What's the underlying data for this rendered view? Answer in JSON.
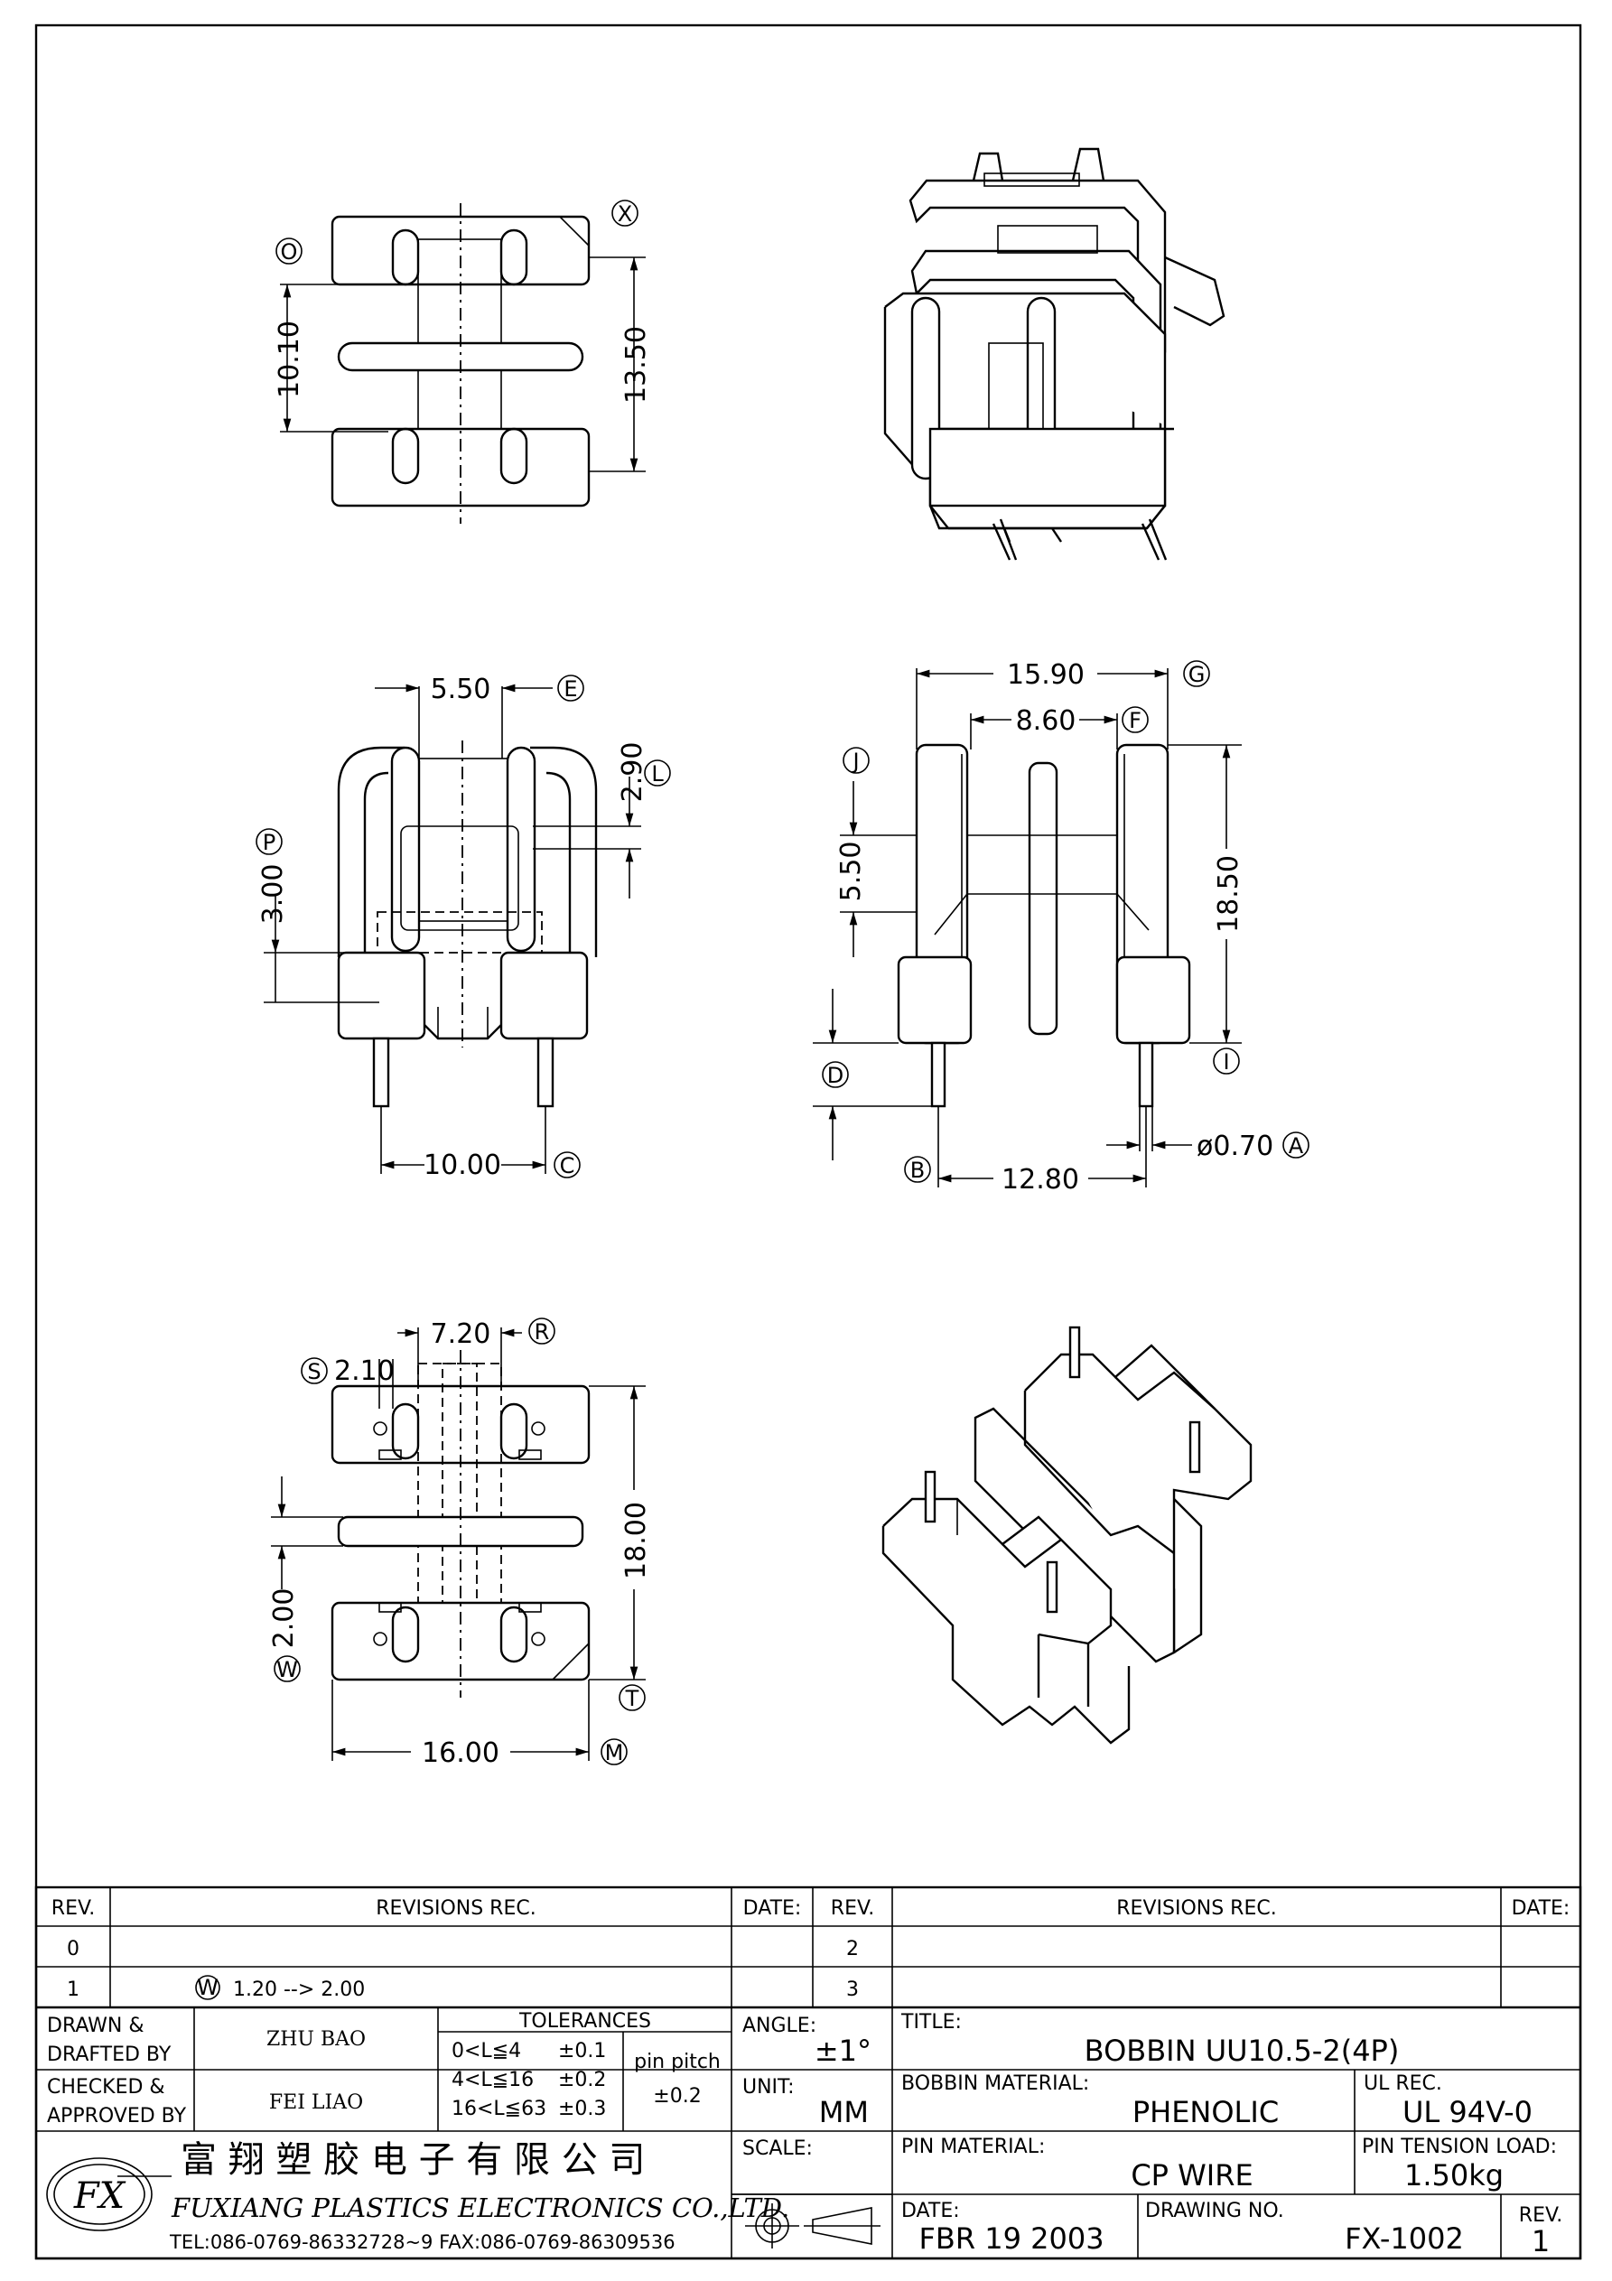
{
  "views": {
    "top": {
      "dims": [
        "10.10",
        "13.50"
      ],
      "labels": [
        "O",
        "X"
      ]
    },
    "front": {
      "dims": [
        "5.50",
        "2.90",
        "3.00",
        "10.00"
      ],
      "labels": [
        "E",
        "L",
        "P",
        "C"
      ]
    },
    "side": {
      "dims": [
        "15.90",
        "8.60",
        "5.50",
        "18.50",
        "12.80",
        "ø0.70"
      ],
      "labels": [
        "G",
        "F",
        "J",
        "I",
        "D",
        "B",
        "A"
      ]
    },
    "bottom": {
      "dims": [
        "7.20",
        "2.10",
        "18.00",
        "2.00",
        "16.00"
      ],
      "labels": [
        "R",
        "S",
        "W",
        "T",
        "M"
      ]
    }
  },
  "title_block": {
    "rev_header": "REV.",
    "revisions_header": "REVISIONS   REC.",
    "date_header": "DATE:",
    "rev_rows": [
      {
        "rev": "0",
        "note_mark": "",
        "note": ""
      },
      {
        "rev": "1",
        "note_mark": "W",
        "note": "1.20  -->  2.00"
      }
    ],
    "rev_rows_right": [
      "2",
      "3"
    ],
    "drawn_label": "DRAWN &",
    "drafted_label": "DRAFTED BY",
    "drawn_by": "ZHU  BAO",
    "checked_label": "CHECKED &",
    "approved_label": "APPROVED BY",
    "approved_by": "FEI LIAO",
    "tolerances_label": "TOLERANCES",
    "tolerance_rows": [
      {
        "range": "0<L≦4",
        "tol": "±0.1"
      },
      {
        "range": "4<L≦16",
        "tol": "±0.2"
      },
      {
        "range": "16<L≦63",
        "tol": "±0.3"
      }
    ],
    "pin_pitch_label": "pin  pitch",
    "pin_pitch_tol": "±0.2",
    "angle_label": "ANGLE:",
    "angle_value": "±1°",
    "unit_label": "UNIT:",
    "unit_value": "MM",
    "scale_label": "SCALE:",
    "title_label": "TITLE:",
    "title_value": "BOBBIN  UU10.5-2(4P)",
    "bobbin_material_label": "BOBBIN MATERIAL:",
    "bobbin_material": "PHENOLIC",
    "ul_label": "UL REC.",
    "ul_value": "UL  94V-0",
    "pin_material_label": "PIN  MATERIAL:",
    "pin_material": "CP  WIRE",
    "pin_tension_label": "PIN TENSION LOAD:",
    "pin_tension": "1.50kg",
    "date_label": "DATE:",
    "date_value": "FBR  19  2003",
    "drawing_no_label": "DRAWING NO.",
    "drawing_no": "FX-1002",
    "rev_label": "REV.",
    "rev_value": "1",
    "company_cn": "富 翔 塑 胶 电 子 有 限 公 司",
    "company_en": "FUXIANG  PLASTICS  ELECTRONICS  CO.,LTD.",
    "contact": "TEL:086-0769-86332728~9   FAX:086-0769-86309536",
    "logo_text": "FX"
  }
}
